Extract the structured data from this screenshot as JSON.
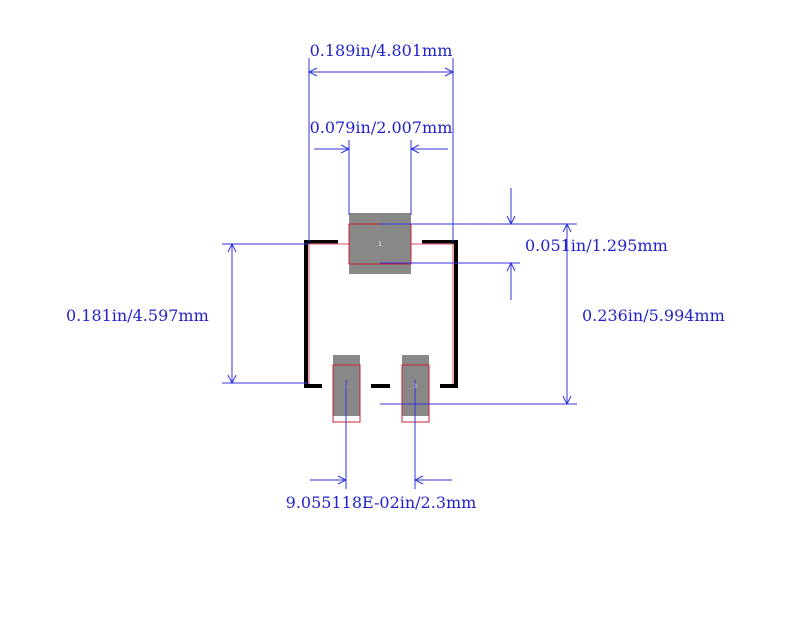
{
  "dimensions": {
    "overall_width": "0.189in/4.801mm",
    "top_pad_width": "0.079in/2.007mm",
    "top_pad_height": "0.051in/1.295mm",
    "body_height": "0.181in/4.597mm",
    "overall_height": "0.236in/5.994mm",
    "pin_pitch": "9.055118E-02in/2.3mm"
  },
  "pads": {
    "top": "1",
    "bottom_left": "1",
    "bottom_right": "3"
  },
  "colors": {
    "dimension": "#3333dd",
    "outline": "#000000",
    "pad": "#888888",
    "courtyard": "#cc2233"
  }
}
